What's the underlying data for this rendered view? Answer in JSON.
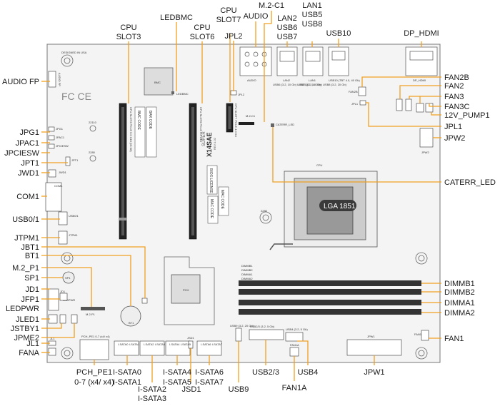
{
  "colors": {
    "callout_line": "#f0a022",
    "board_fill": "#f4f4f4",
    "board_stroke": "#777777",
    "dimm": "#333333"
  },
  "board_text": {
    "designed_in": "DESIGNED IN USA",
    "bmc": "BMC",
    "cpu_slot3_label": "CPU SLOT3 PCI-E 5.0 X16 (IN X8)",
    "cpu_slot6_label": "CPU SLOT6 PCI-E 5.0 X16",
    "cpu_slot7_label": "CPU SLOT7 PCI-E 4.0 X4",
    "bmc_code": "BMC CODE",
    "bar_code": "BAR CODE",
    "bios_license": "BIOS LICENSE",
    "mac_code_1": "MAC CODE",
    "mac_code_2": "MAC CODE",
    "model": "X14SAE",
    "model_rev": "REV:1.02",
    "brand": "SUPER",
    "fcc": "FC CE",
    "ledbmc": "LEDBMC",
    "jpl2": "JPL2",
    "m2_c1": "M.2-C1",
    "audio": "AUDIO",
    "lan2": "LAN2",
    "lan2_sub": "USB6 (3.2, 10 Gb) USB7 (3.2, 10 Gb)",
    "lan1": "LAN1",
    "lan1_sub": "USB5 (3.2, 10 Gb) USB8 (3.2, 20 Gb)",
    "usb10": "USB10 (TBT 4.0, 40 Gb)",
    "dp_hdmi": "DP_HDMI",
    "fan2b": "FAN2B",
    "jpl1": "JPL1",
    "fan2": "FAN2",
    "fan3": "FAN3",
    "fan3c": "FAN3C",
    "jpw2": "JPW2",
    "cpu": "CPU",
    "lga": "LGA 1851",
    "caterr": "CATERR_LED",
    "dimmb1": "DIMMB1",
    "dimmb2": "DIMMB2",
    "dimma1": "DIMMA1",
    "dimma2": "DIMMA2",
    "pch": "PCH",
    "bt1": "BT1",
    "sp1": "SP1",
    "m2p1": "M.2-P1",
    "ledpwr": "LEDPWR",
    "jpw1": "JPW1",
    "fan1": "FAN1",
    "fan1a": "FAN1A",
    "usb4": "USB4 (3.2, 5 Gb)",
    "usb23": "USB2/3 (3.2, 5 Gb)",
    "usb9": "USB9 (3.2, 20 Gb)",
    "jsd1": "JSD1",
    "com1": "COM1",
    "jtpm1": "JTPM1",
    "usb01": "USB0/1",
    "jwd1": "JWD1",
    "jpt1": "JPT1",
    "jpg1": "JPG1",
    "jpac1": "JPAC1",
    "jpciesw": "JPCIESW",
    "audio_fp": "AUDIO FP",
    "pch_pe1": "PCH_PE1 0-7 (x4/ x4)",
    "isata01": "I-SATA0 I-SATA1",
    "isata23": "I-SATA2 I-SATA3",
    "isata45": "I-SATA4 I-SATA5",
    "isata67": "I-SATA6 I-SATA7",
    "jl1": "JL1",
    "jbt1": "JBT1",
    "jd1": "JD1"
  },
  "callouts": {
    "cpu_slot3": [
      "CPU",
      "SLOT3"
    ],
    "ledbmc": "LEDBMC",
    "cpu_slot6": [
      "CPU",
      "SLOT6"
    ],
    "cpu_slot7": [
      "CPU",
      "SLOT7"
    ],
    "jpl2": "JPL2",
    "audio": "AUDIO",
    "m2_c1": "M.2-C1",
    "lan2": [
      "LAN2",
      "USB6",
      "USB7"
    ],
    "lan1": [
      "LAN1",
      "USB5",
      "USB8"
    ],
    "usb10": "USB10",
    "dp_hdmi": "DP_HDMI",
    "audio_fp": "AUDIO FP",
    "jpg1": "JPG1",
    "jpac1": "JPAC1",
    "jpciesw": "JPCIESW",
    "jpt1": "JPT1",
    "jwd1": "JWD1",
    "com1": "COM1",
    "usb01": "USB0/1",
    "jtpm1": "JTPM1",
    "jbt1": "JBT1",
    "bt1": "BT1",
    "m2_p1": "M.2_P1",
    "sp1": "SP1",
    "jd1": "JD1",
    "jfp1": "JFP1",
    "ledpwr": "LEDPWR",
    "jled1": "JLED1",
    "jstby1": "JSTBY1",
    "jpme2": "JPME2",
    "jl1": "JL1",
    "fana": "FANA",
    "pch_pe1": [
      "PCH_PE1",
      "0-7 (x4/ x4)"
    ],
    "isata01": [
      "I-SATA0",
      "I-SATA1"
    ],
    "isata23": [
      "I-SATA2",
      "I-SATA3"
    ],
    "jsd1": "JSD1",
    "isata45": [
      "I-SATA4",
      "I-SATA5"
    ],
    "isata67": [
      "I-SATA6",
      "I-SATA7"
    ],
    "usb9": "USB9",
    "usb23": "USB2/3",
    "fan1a": "FAN1A",
    "usb4": "USB4",
    "jpw1": "JPW1",
    "fan1": "FAN1",
    "dimma2": "DIMMA2",
    "dimma1": "DIMMA1",
    "dimmb2": "DIMMB2",
    "dimmb1": "DIMMB1",
    "caterr_led": "CATERR_LED",
    "jpw2": "JPW2",
    "jpl1": "JPL1",
    "pump": "12V_PUMP1",
    "fan3c": "FAN3C",
    "fan3": "FAN3",
    "fan2": "FAN2",
    "fan2b": "FAN2B"
  }
}
